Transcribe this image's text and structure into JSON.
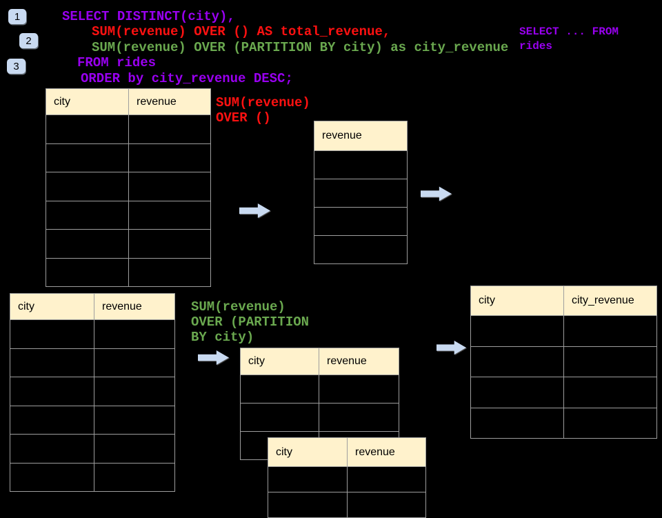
{
  "canvas": {
    "background": "#000000"
  },
  "colors": {
    "purple": "#9900F0",
    "red": "#FF1111",
    "green": "#6AA84F",
    "table_header_fill": "#FFF2CC",
    "table_border": "#9E9E9E",
    "arrow_fill": "#C9DAF1",
    "badge_fill": "#C9DAF1"
  },
  "steps": [
    {
      "label": "1"
    },
    {
      "label": "2"
    },
    {
      "label": "3"
    }
  ],
  "sql_code": {
    "lines": [
      {
        "text": "SELECT DISTINCT(city),",
        "color": "purple"
      },
      {
        "text": "SUM(revenue) OVER () AS total_revenue,",
        "color": "red"
      },
      {
        "text": "SUM(revenue) OVER (PARTITION BY city) as city_revenue",
        "color": "green"
      },
      {
        "text": "FROM rides",
        "color": "purple"
      },
      {
        "text": "ORDER by city_revenue DESC;",
        "color": "purple"
      }
    ]
  },
  "side_note": {
    "line1": "SELECT ... FROM",
    "line2": "rides"
  },
  "annotations": {
    "total_revenue_label": {
      "line1": "SUM(revenue)",
      "line2": "OVER ()"
    },
    "partition_label": {
      "line1": "SUM(revenue)",
      "line2": "OVER (PARTITION",
      "line3": "BY city)"
    }
  },
  "tables": {
    "rides_top": {
      "headers": [
        "city",
        "revenue"
      ],
      "body_rows": 6
    },
    "total_result": {
      "headers": [
        "revenue"
      ],
      "body_rows": 4
    },
    "rides_bottom": {
      "headers": [
        "city",
        "revenue"
      ],
      "body_rows": 6
    },
    "partition_step": {
      "headers": [
        "city",
        "revenue"
      ],
      "body_rows": 3
    },
    "partition_step_overlay": {
      "headers": [
        "city",
        "revenue"
      ],
      "body_rows": 2
    },
    "city_revenue_result": {
      "headers": [
        "city",
        "city_revenue"
      ],
      "body_rows": 4
    }
  },
  "icons": {
    "flow_arrow": "block-arrow-right"
  }
}
